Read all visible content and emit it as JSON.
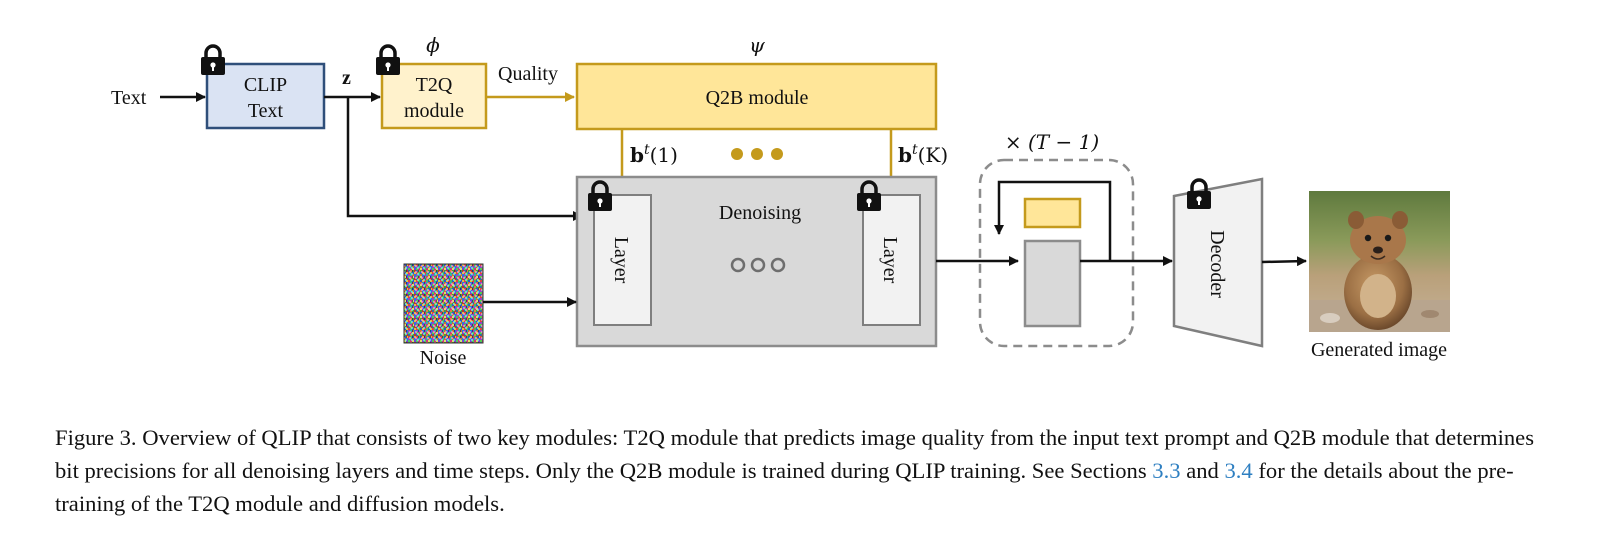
{
  "diagram": {
    "input_text": "Text",
    "clip_line1": "CLIP",
    "clip_line2": "Text",
    "z_label": "z",
    "t2q_line1": "T2Q",
    "t2q_line2": "module",
    "phi_label": "ϕ",
    "psi_label": "ψ",
    "quality_label": "Quality",
    "q2b_label": "Q2B module",
    "bt1_bold": "b",
    "bt1_sup": "t",
    "bt1_arg": "(1)",
    "btk_bold": "b",
    "btk_sup": "t",
    "btk_arg": "(K)",
    "denoising_label": "Denoising",
    "layer_left": "Layer",
    "layer_right": "Layer",
    "noise_label": "Noise",
    "repeat_label": "× (T − 1)",
    "decoder_label": "Decoder",
    "generated_label": "Generated image",
    "colors": {
      "clip_fill": "#dae3f3",
      "clip_stroke": "#2f4f7a",
      "t2q_fill": "#fff2cc",
      "gold": "#c49a1c",
      "q2b_fill": "#ffe699",
      "denoise_fill": "#d9d9d9",
      "gray_stroke": "#8c8c8c"
    }
  },
  "caption": {
    "text_a": "Figure 3.  Overview of QLIP that consists of two key modules: T2Q module that predicts image quality from the input text prompt and Q2B module that determines bit precisions for all denoising layers and time steps. Only the Q2B module is trained during QLIP training. See Sections ",
    "ref1": "3.3",
    "text_b": " and ",
    "ref2": "3.4",
    "text_c": " for the details about the pre-training of the T2Q module and diffusion models."
  }
}
